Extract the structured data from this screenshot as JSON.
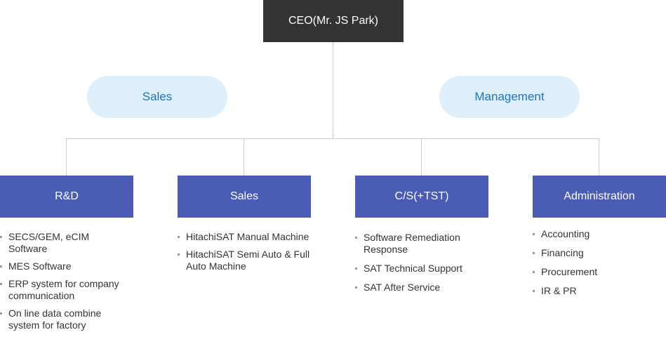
{
  "ceo": {
    "label": "CEO(Mr. JS Park)"
  },
  "staff": {
    "left": "Sales",
    "right": "Management"
  },
  "departments": [
    {
      "name": "R&D",
      "items": [
        "SECS/GEM, eCIM Software",
        "MES Software",
        "ERP system for company communication",
        "On line data combine system for factory"
      ]
    },
    {
      "name": "Sales",
      "items": [
        "HitachiSAT Manual Machine",
        "HitachiSAT Semi Auto & Full Auto Machine"
      ]
    },
    {
      "name": "C/S(+TST)",
      "items": [
        "Software Remediation Response",
        "SAT Technical Support",
        "SAT After Service"
      ]
    },
    {
      "name": "Administration",
      "items": [
        "Accounting",
        "Financing",
        "Procurement",
        "IR & PR"
      ]
    }
  ],
  "colors": {
    "ceo_bg": "#333333",
    "staff_bg": "#ddeffb",
    "staff_text": "#2472b8",
    "dept_bg": "#4a5cb3",
    "connector": "#cccccc"
  }
}
